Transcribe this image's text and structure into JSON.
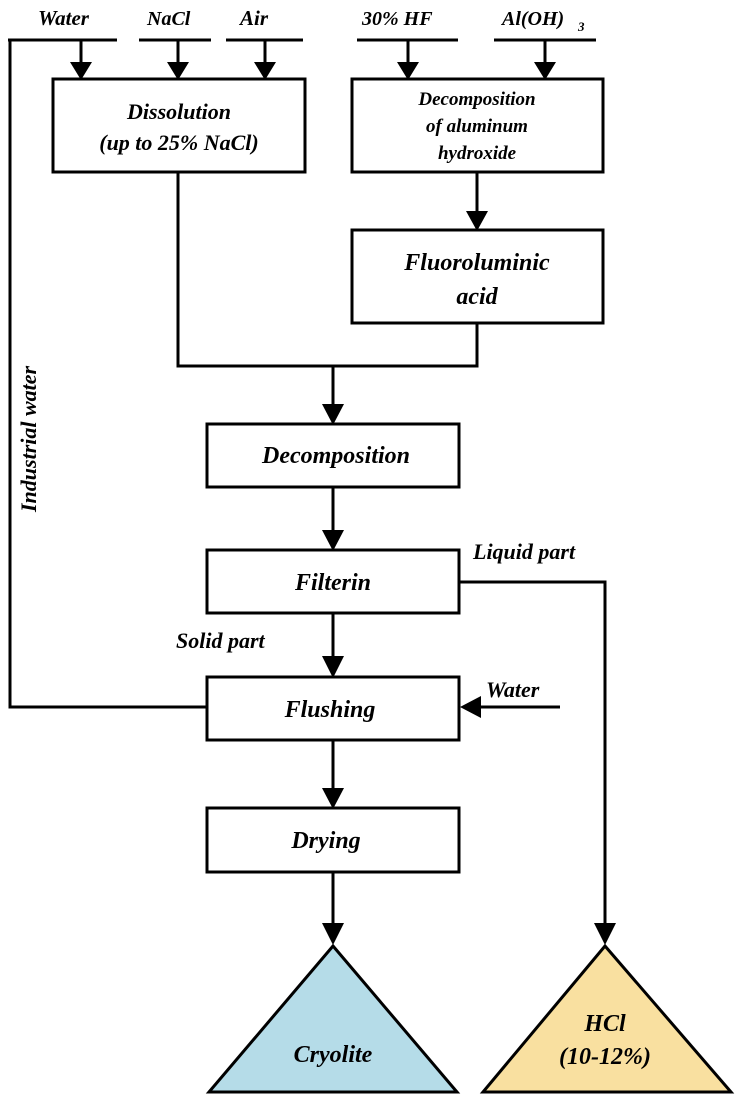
{
  "inputs": {
    "water_top": "Water",
    "nacl": "NaCl",
    "air": "Air",
    "hf": "30% HF",
    "aloh3": "Al(OH)",
    "aloh3_sub": "3",
    "water_flush": "Water"
  },
  "boxes": {
    "dissolution": [
      "Dissolution",
      "(up to 25% NaCl)"
    ],
    "decomp_al": [
      "Decomposition",
      "of aluminum",
      "hydroxide"
    ],
    "fluoro": [
      "Fluoroluminic",
      "acid"
    ],
    "decomposition": "Decomposition",
    "filterin": "Filterin",
    "flushing": "Flushing",
    "drying": "Drying"
  },
  "flow_labels": {
    "industrial_water": "Industrial water",
    "liquid_part": "Liquid part",
    "solid_part": "Solid part"
  },
  "products": {
    "cryolite": {
      "label": "Cryolite",
      "color": "#b5dce8"
    },
    "hcl": {
      "label": [
        "HCl",
        "(10-12%)"
      ],
      "color": "#f9e0a0"
    }
  }
}
